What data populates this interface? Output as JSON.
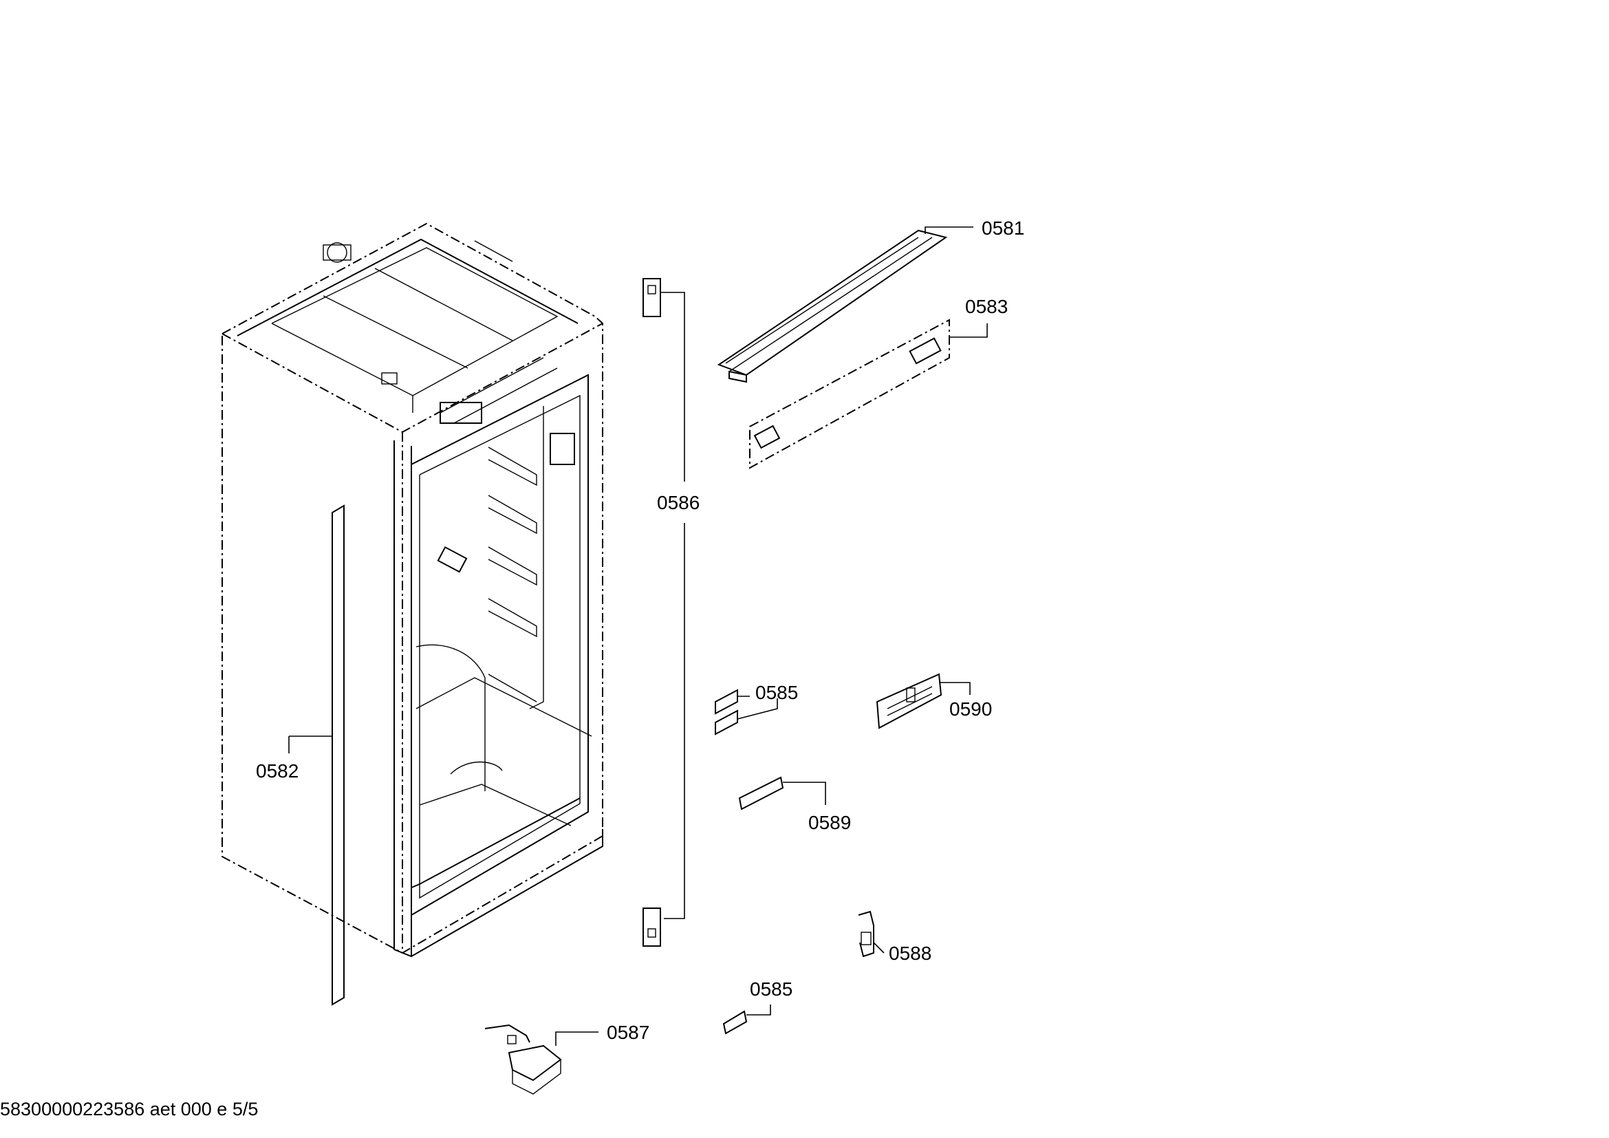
{
  "parts": {
    "p0581": "0581",
    "p0583": "0583",
    "p0586": "0586",
    "p0585a": "0585",
    "p0590": "0590",
    "p0582": "0582",
    "p0589": "0589",
    "p0588": "0588",
    "p0585b": "0585",
    "p0587": "0587"
  },
  "footer": "58300000223586 aet 000 e 5/5"
}
